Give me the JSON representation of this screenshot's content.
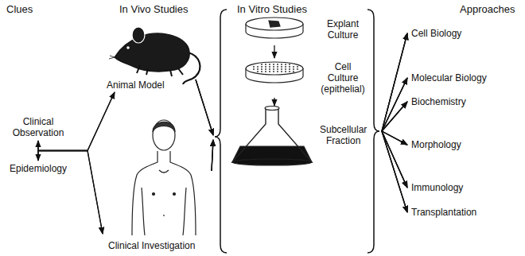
{
  "diagram": {
    "nodes": [
      {
        "text": [
          "Clinical Observation"
        ]
      },
      {
        "text": [
          "Epidemiology"
        ]
      },
      {
        "text": [
          "Animal Model"
        ]
      },
      {
        "text": [
          "Clinical Investigation"
        ]
      },
      {
        "text": [
          "Explant Culture"
        ]
      },
      {
        "text": [
          "Cell Culture (epithelial)"
        ]
      },
      {
        "text": [
          "Subcellular Fraction"
        ]
      },
      {
        "text": [
          "Cell Biology"
        ]
      },
      {
        "text": [
          "Molecular Biology"
        ]
      },
      {
        "text": [
          "Biochemistry"
        ]
      },
      {
        "text": [
          "Morphology"
        ]
      },
      {
        "text": [
          "Immunology"
        ]
      },
      {
        "text": [
          "Transplantation"
        ]
      }
    ],
    "edges": [
      {
        "from": 0,
        "to": 1,
        "arrow": "both"
      },
      {
        "from": 0,
        "to": 2,
        "arrow": "to"
      },
      {
        "from": 1,
        "to": 2,
        "arrow": "to"
      },
      {
        "from": 0,
        "to": 3,
        "arrow": "to"
      },
      {
        "from": 1,
        "to": 3,
        "arrow": "to"
      },
      {
        "from": 2,
        "to": 4,
        "arrow": "to"
      },
      {
        "from": 2,
        "to": 5,
        "arrow": "to"
      },
      {
        "from": 2,
        "to": 6,
        "arrow": "to"
      },
      {
        "from": 3,
        "to": 4,
        "arrow": "to"
      },
      {
        "from": 3,
        "to": 5,
        "arrow": "to"
      },
      {
        "from": 3,
        "to": 6,
        "arrow": "to"
      },
      {
        "from": 4,
        "to": 5,
        "arrow": "to"
      },
      {
        "from": 5,
        "to": 6,
        "arrow": "to"
      },
      {
        "from": 4,
        "to": 7,
        "arrow": "to"
      },
      {
        "from": 4,
        "to": 8,
        "arrow": "to"
      },
      {
        "from": 4,
        "to": 9,
        "arrow": "to"
      },
      {
        "from": 4,
        "to": 10,
        "arrow": "to"
      },
      {
        "from": 4,
        "to": 11,
        "arrow": "to"
      },
      {
        "from": 4,
        "to": 12,
        "arrow": "to"
      },
      {
        "from": 5,
        "to": 7,
        "arrow": "to"
      },
      {
        "from": 5,
        "to": 8,
        "arrow": "to"
      },
      {
        "from": 5,
        "to": 9,
        "arrow": "to"
      },
      {
        "from": 5,
        "to": 10,
        "arrow": "to"
      },
      {
        "from": 5,
        "to": 11,
        "arrow": "to"
      },
      {
        "from": 5,
        "to": 12,
        "arrow": "to"
      },
      {
        "from": 6,
        "to": 7,
        "arrow": "to"
      },
      {
        "from": 6,
        "to": 8,
        "arrow": "to"
      },
      {
        "from": 6,
        "to": 9,
        "arrow": "to"
      },
      {
        "from": 6,
        "to": 10,
        "arrow": "to"
      },
      {
        "from": 6,
        "to": 11,
        "arrow": "to"
      },
      {
        "from": 6,
        "to": 12,
        "arrow": "to"
      }
    ],
    "labels": [
      "Clues",
      "In Vivo Studies",
      "In Vitro Studies",
      "Approaches"
    ]
  }
}
